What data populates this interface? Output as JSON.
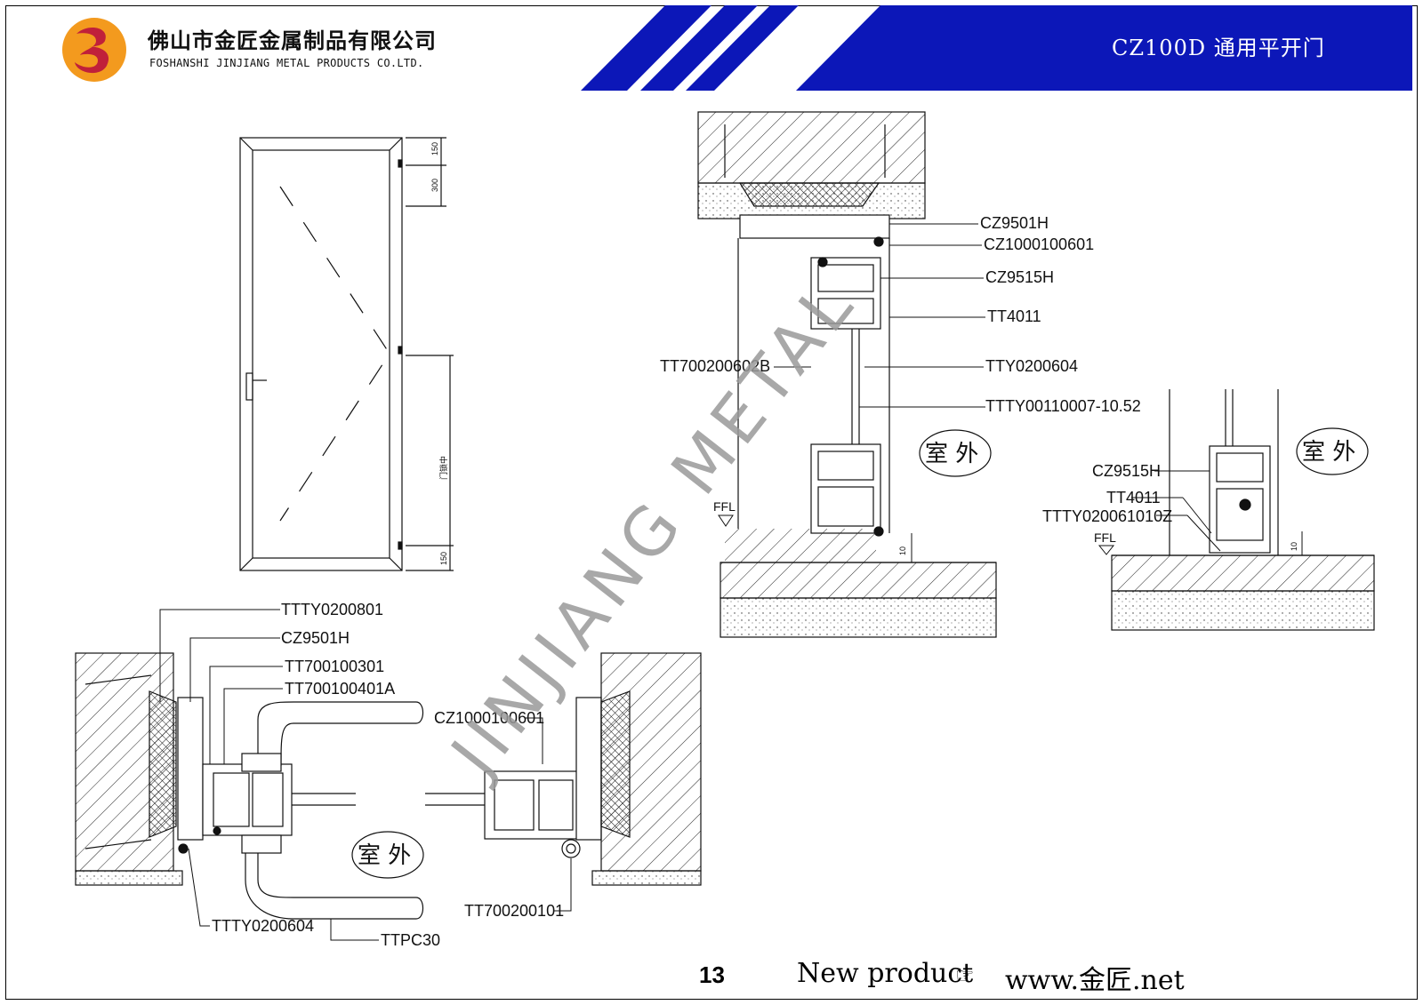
{
  "header": {
    "company_cn": "佛山市金匠金属制品有限公司",
    "company_en": "FOSHANSHI JINJIANG METAL PRODUCTS CO.LTD.",
    "product_title": "CZ100D 通用平开门",
    "colors": {
      "band_blue": "#0c17b8",
      "logo_orange": "#f39a1e",
      "logo_red": "#c0203a"
    }
  },
  "elevation": {
    "dims": {
      "top1": "150",
      "top2": "300",
      "handle": "门锁中",
      "bottom": "150"
    }
  },
  "vertical_section": {
    "labels": [
      "CZ9501H",
      "CZ1000100601",
      "CZ9515H",
      "TT4011",
      "TTY0200604",
      "TT700200602B",
      "TTTY00110007-10.52"
    ],
    "room": "室 外",
    "ffl": "FFL",
    "dim": "10"
  },
  "sill_detail": {
    "labels": [
      "CZ9515H",
      "TT4011",
      "TTTY020061010Z"
    ],
    "room": "室 外",
    "ffl": "FFL",
    "dim": "10"
  },
  "plan_section": {
    "labels_left": [
      "TTTY0200801",
      "CZ9501H",
      "TT700100301",
      "TT700100401A"
    ],
    "label_right": "CZ1000100601",
    "labels_bottom": [
      "TTTY0200604",
      "TTPC30",
      "TT700200101"
    ],
    "room": "室 外"
  },
  "watermark": "JINJIANG METAL",
  "footer": {
    "page_number": "13",
    "new_product": "New product",
    "url": "www.金匠.net"
  }
}
